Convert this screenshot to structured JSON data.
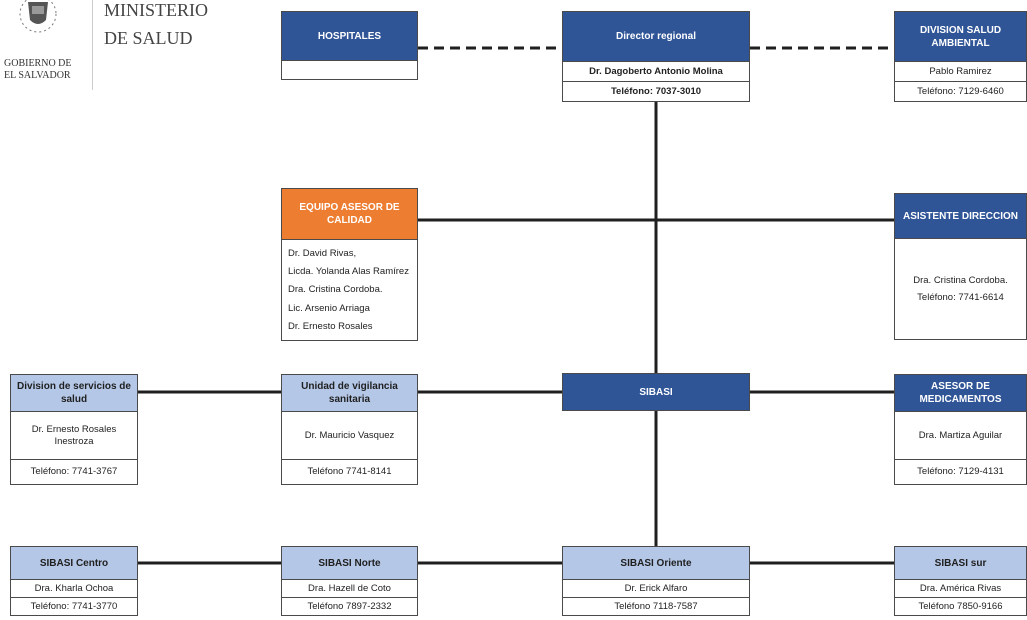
{
  "logo": {
    "ministry": [
      "MINISTERIO",
      "DE SALUD"
    ],
    "government": [
      "GOBIERNO DE",
      "EL SALVADOR"
    ]
  },
  "nodes": {
    "director": {
      "title": "Director regional",
      "name": "Dr. Dagoberto Antonio Molina",
      "phone": "Teléfono: 7037-3010"
    },
    "hospitales": {
      "title": "HOSPITALES",
      "body": ""
    },
    "salud_ambiental": {
      "title": "DIVISION SALUD AMBIENTAL",
      "name": "Pablo Ramirez",
      "phone": "Teléfono: 7129-6460"
    },
    "equipo_asesor": {
      "title": "EQUIPO ASESOR DE CALIDAD",
      "members": [
        "Dr. David Rivas,",
        "Licda. Yolanda Alas Ramírez",
        "Dra. Cristina Cordoba.",
        "Lic. Arsenio Arriaga",
        "Dr. Ernesto Rosales"
      ]
    },
    "asistente": {
      "title": "ASISTENTE DIRECCION",
      "name": "Dra. Cristina Cordoba.",
      "phone": "Teléfono: 7741-6614"
    },
    "division_servicios": {
      "title": "Division de servicios de salud",
      "name": "Dr. Ernesto Rosales Inestroza",
      "phone": "Teléfono: 7741-3767"
    },
    "vigilancia": {
      "title": "Unidad de vigilancia sanitaria",
      "name": "Dr. Mauricio Vasquez",
      "phone": "Teléfono 7741-8141"
    },
    "sibasi": {
      "title": "SIBASI"
    },
    "medicamentos": {
      "title": "ASESOR DE MEDICAMENTOS",
      "name": "Dra. Martiza Aguilar",
      "phone": "Teléfono: 7129-4131"
    },
    "centro": {
      "title": "SIBASI Centro",
      "name": "Dra. Kharla Ochoa",
      "phone": "Teléfono: 7741-3770"
    },
    "norte": {
      "title": "SIBASI Norte",
      "name": "Dra. Hazell de Coto",
      "phone": "Teléfono 7897-2332"
    },
    "oriente": {
      "title": "SIBASI Oriente",
      "name": "Dr. Erick Alfaro",
      "phone": "Teléfono 7118-7587"
    },
    "sur": {
      "title": "SIBASI sur",
      "name": "Dra. América Rivas",
      "phone": "Teléfono 7850-9166"
    }
  },
  "colors": {
    "dark_header": "#2f5597",
    "light_header": "#b4c7e7",
    "orange_header": "#ed7d31",
    "connector": "#1f1f1f"
  }
}
